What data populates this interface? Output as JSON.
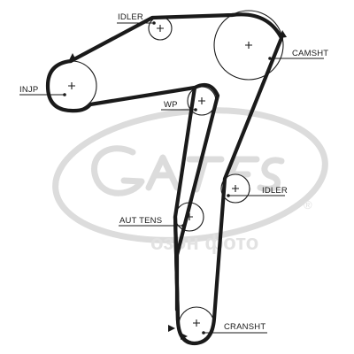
{
  "watermark": {
    "brand_icon": "gates-logo-icon",
    "text": "озон фото",
    "registered_mark": "®",
    "color": "#dcdcdc"
  },
  "diagram": {
    "belt_color": "#1a1a1a",
    "pulleys": {
      "idler_top": {
        "label": "IDLER"
      },
      "camshaft": {
        "label": "CAMSHT"
      },
      "injection_pump": {
        "label": "INJP"
      },
      "water_pump": {
        "label": "WP"
      },
      "idler_right": {
        "label": "IDLER"
      },
      "auto_tensioner": {
        "label": "AUT TENS"
      },
      "crankshaft": {
        "label": "CRANSHT"
      }
    }
  }
}
